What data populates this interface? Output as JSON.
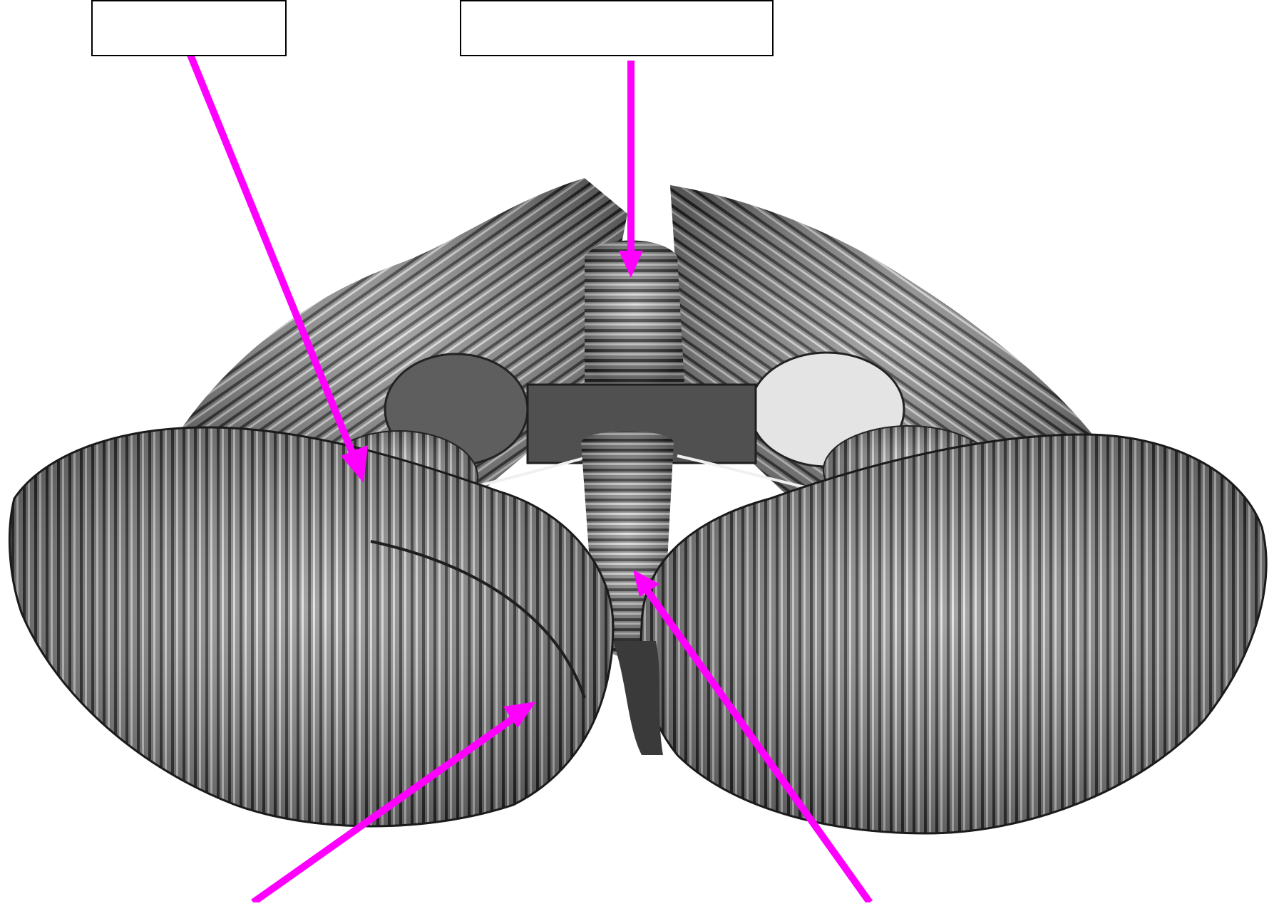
{
  "diagram": {
    "subject": "cerebellum-inferior-view-illustration",
    "colors": {
      "arrow": "#ff00ff",
      "label_border": "#000000",
      "tissue_dark": "#3a3a3a",
      "tissue_mid": "#7a7a7a",
      "tissue_light": "#d8d8d8",
      "cut_surface": "#e6e6e6"
    },
    "labels": [
      {
        "text": ""
      },
      {
        "text": ""
      }
    ],
    "arrows": [
      {
        "id": "arrow-1"
      },
      {
        "id": "arrow-2"
      },
      {
        "id": "arrow-3"
      },
      {
        "id": "arrow-4"
      }
    ]
  }
}
